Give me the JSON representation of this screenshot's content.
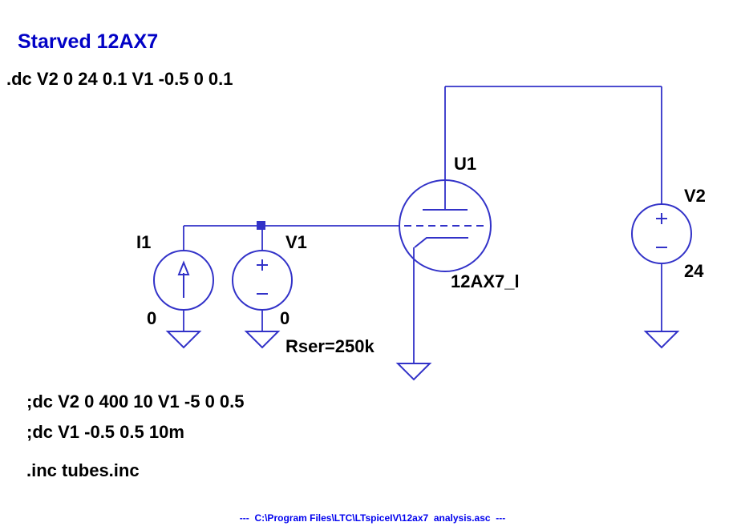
{
  "title": "Starved 12AX7",
  "directives": {
    "dc_active": ".dc V2 0 24 0.1 V1 -0.5 0 0.1",
    "dc_comment1": ";dc V2 0 400 10 V1 -5 0 0.5",
    "dc_comment2": ";dc V1 -0.5 0.5 10m",
    "include": ".inc tubes.inc"
  },
  "components": {
    "i1": {
      "name": "I1",
      "value": "0"
    },
    "v1": {
      "name": "V1",
      "value": "0",
      "rser": "Rser=250k"
    },
    "u1": {
      "name": "U1",
      "model": "12AX7_l"
    },
    "v2": {
      "name": "V2",
      "value": "24"
    }
  },
  "statusbar": {
    "path": "---  C:\\Program Files\\LTC\\LTspiceIV\\12ax7  analysis.asc  ---"
  },
  "colors": {
    "wire": "#3232c8",
    "title": "#0202c6",
    "status": "#0000ee",
    "text": "#000000"
  }
}
